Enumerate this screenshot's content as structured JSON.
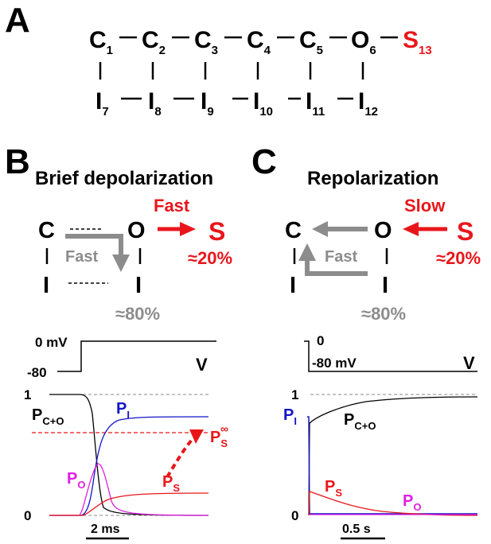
{
  "panel_a": {
    "letter": "A",
    "top_row": [
      {
        "base": "C",
        "sub": "1"
      },
      {
        "base": "C",
        "sub": "2"
      },
      {
        "base": "C",
        "sub": "3"
      },
      {
        "base": "C",
        "sub": "4"
      },
      {
        "base": "C",
        "sub": "5"
      },
      {
        "base": "O",
        "sub": "6"
      },
      {
        "base": "S",
        "sub": "13"
      }
    ],
    "bottom_row": [
      {
        "base": "I",
        "sub": "7"
      },
      {
        "base": "I",
        "sub": "8"
      },
      {
        "base": "I",
        "sub": "9"
      },
      {
        "base": "I",
        "sub": "10"
      },
      {
        "base": "I",
        "sub": "11"
      },
      {
        "base": "I",
        "sub": "12"
      }
    ]
  },
  "panel_b": {
    "letter": "B",
    "title": "Brief depolarization",
    "state_c": "C",
    "state_o": "O",
    "state_s": "S",
    "state_i": "I",
    "fast_red": "Fast",
    "fast_gray": "Fast",
    "pct_s": "≈20%",
    "pct_i": "≈80%",
    "v_top": "0 mV",
    "v_bottom": "-80",
    "v_label": "V",
    "y_one": "1",
    "y_zero": "0",
    "labels": {
      "pco_base": "P",
      "pco_sub": "C+O",
      "pi_base": "P",
      "pi_sub": "I",
      "po_base": "P",
      "po_sub": "O",
      "ps_base": "P",
      "ps_sub": "S",
      "psinf_base": "P",
      "psinf_sub": "S",
      "psinf_sup": "∞"
    },
    "scale_bar": "2 ms"
  },
  "panel_c": {
    "letter": "C",
    "title": "Repolarization",
    "state_c": "C",
    "state_o": "O",
    "state_s": "S",
    "state_i": "I",
    "slow_red": "Slow",
    "fast_gray": "Fast",
    "pct_s": "≈20%",
    "pct_i": "≈80%",
    "v_top": "0",
    "v_bottom": "-80 mV",
    "v_label": "V",
    "y_one": "1",
    "y_zero": "0",
    "labels": {
      "pco_base": "P",
      "pco_sub": "C+O",
      "pi_base": "P",
      "pi_sub": "I",
      "po_base": "P",
      "po_sub": "O",
      "ps_base": "P",
      "ps_sub": "S"
    },
    "scale_bar": "0.5 s"
  },
  "colors": {
    "red": "#e8161b",
    "gray": "#8c8c8c",
    "blue": "#1414c8",
    "magenta": "#e01ee0",
    "black": "#000000"
  }
}
